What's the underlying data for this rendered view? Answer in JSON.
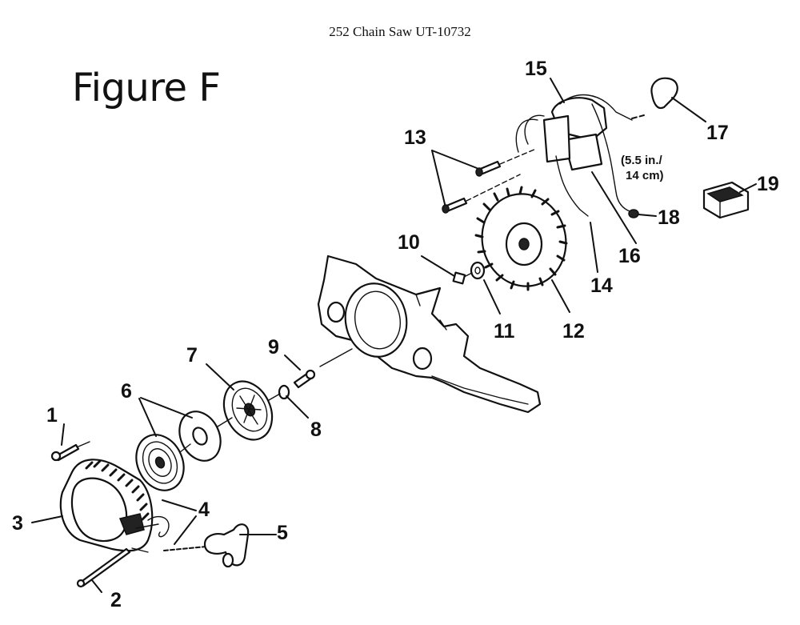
{
  "header": {
    "doc_title": "252 Chain Saw UT-10732"
  },
  "figure": {
    "title": "Figure F"
  },
  "callouts": {
    "c1": "1",
    "c2": "2",
    "c3": "3",
    "c4": "4",
    "c5": "5",
    "c6": "6",
    "c7": "7",
    "c8": "8",
    "c9": "9",
    "c10": "10",
    "c11": "11",
    "c12": "12",
    "c13": "13",
    "c14": "14",
    "c15": "15",
    "c16": "16",
    "c17": "17",
    "c18": "18",
    "c19": "19"
  },
  "notes": {
    "wire_length_line1": "(5.5 in./",
    "wire_length_line2": "14 cm)"
  }
}
